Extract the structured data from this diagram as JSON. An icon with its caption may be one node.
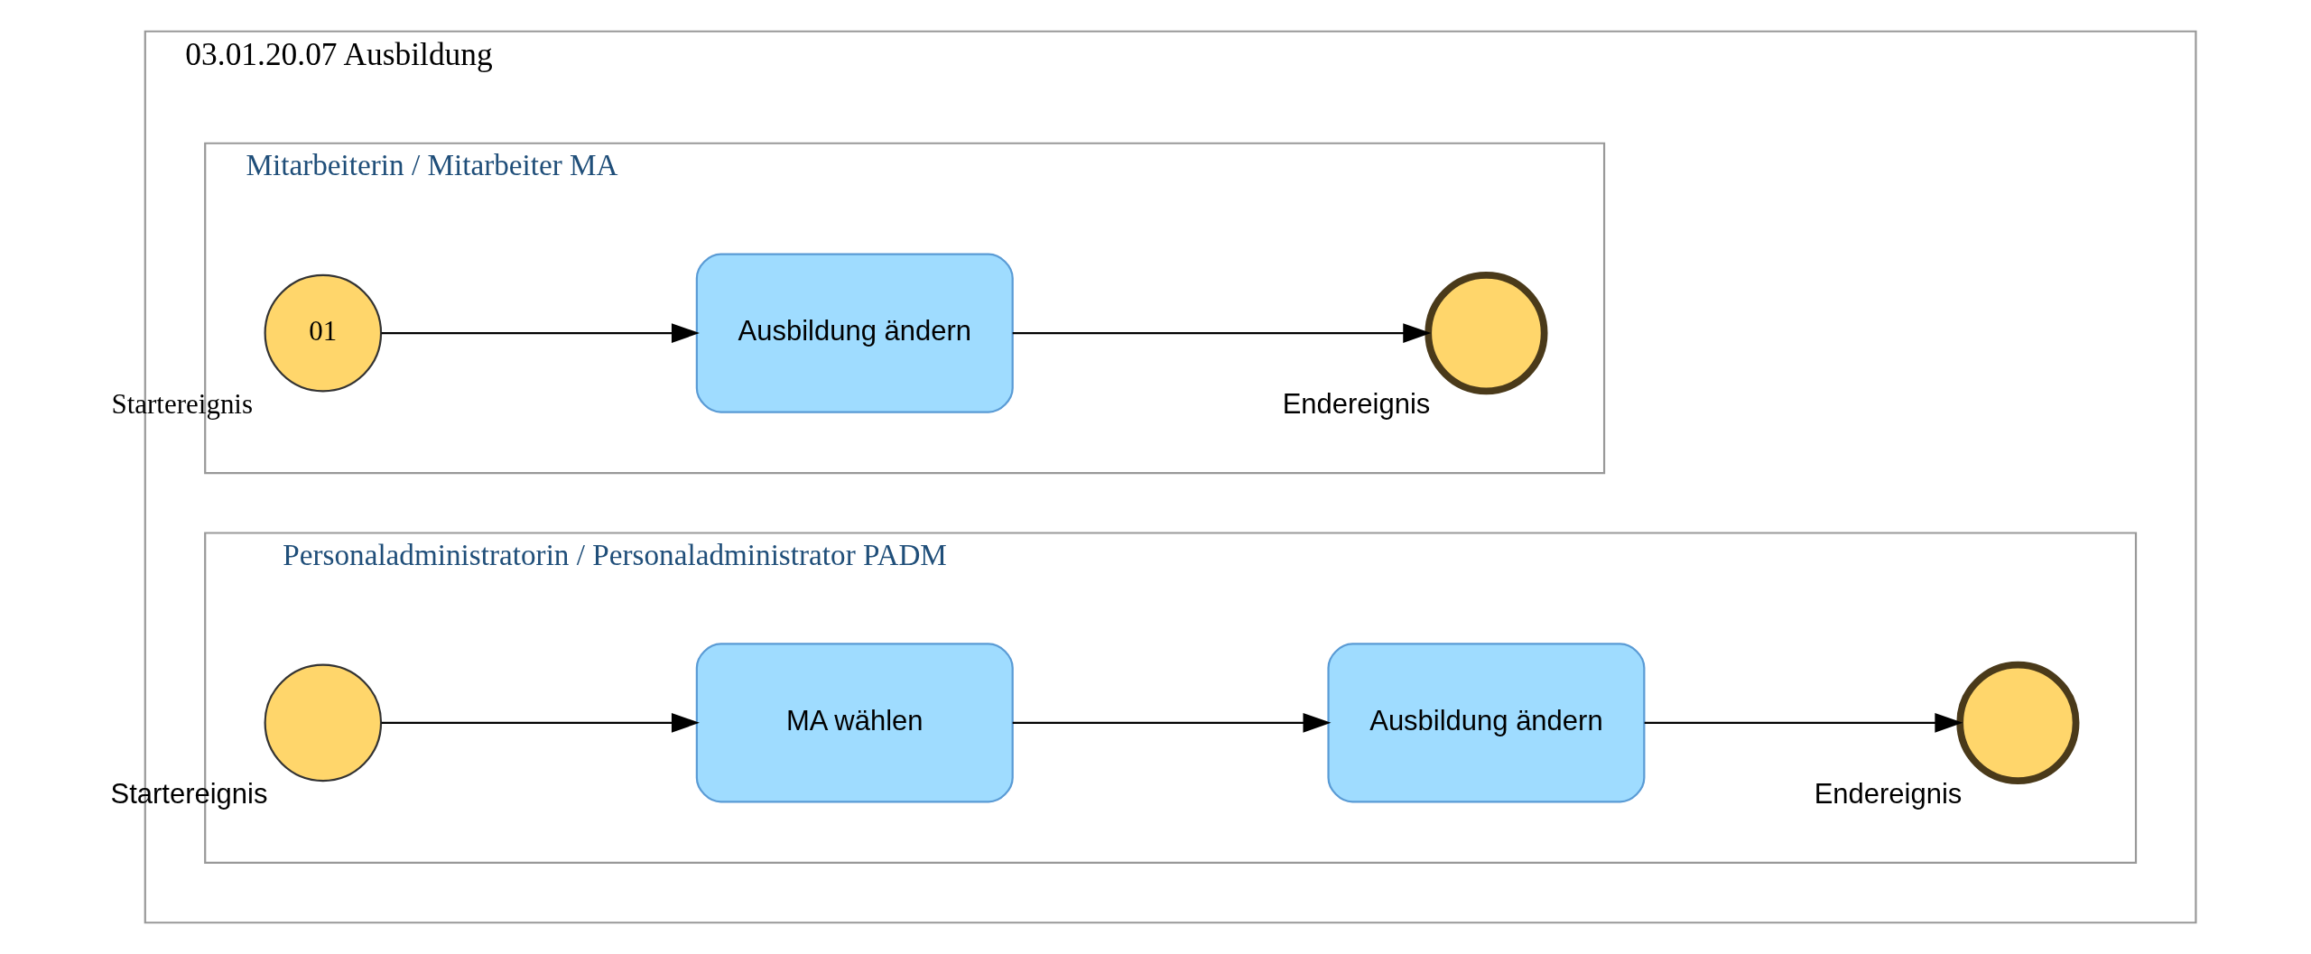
{
  "diagram": {
    "nodes": [
      {
        "text": [
          "03.01.20.07 Ausbildung"
        ]
      },
      {
        "text": [
          "Mitarbeiterin / Mitarbeiter MA"
        ],
        "in": 0
      },
      {
        "text": [
          "01"
        ],
        "in": 1,
        "beside": [
          "Startereignis"
        ]
      },
      {
        "text": [
          "Ausbildung ändern"
        ],
        "in": 1
      },
      {
        "text": [],
        "shape": "circle",
        "in": 1,
        "beside": [
          "Endereignis"
        ]
      },
      {
        "text": [
          "Personaladministratorin / Personaladministrator PADM"
        ],
        "in": 0
      },
      {
        "text": [],
        "shape": "circle",
        "in": 5,
        "beside": [
          "Startereignis"
        ]
      },
      {
        "text": [
          "MA wählen"
        ],
        "in": 5
      },
      {
        "text": [
          "Ausbildung ändern"
        ],
        "in": 5
      },
      {
        "text": [],
        "shape": "circle",
        "in": 5,
        "beside": [
          "Endereignis"
        ]
      }
    ],
    "edges": [
      {
        "from": 2,
        "to": 3,
        "arrow": "to"
      },
      {
        "from": 3,
        "to": 4,
        "arrow": "to"
      },
      {
        "from": 6,
        "to": 7,
        "arrow": "to"
      },
      {
        "from": 7,
        "to": 8,
        "arrow": "to"
      },
      {
        "from": 8,
        "to": 9,
        "arrow": "to"
      }
    ]
  }
}
